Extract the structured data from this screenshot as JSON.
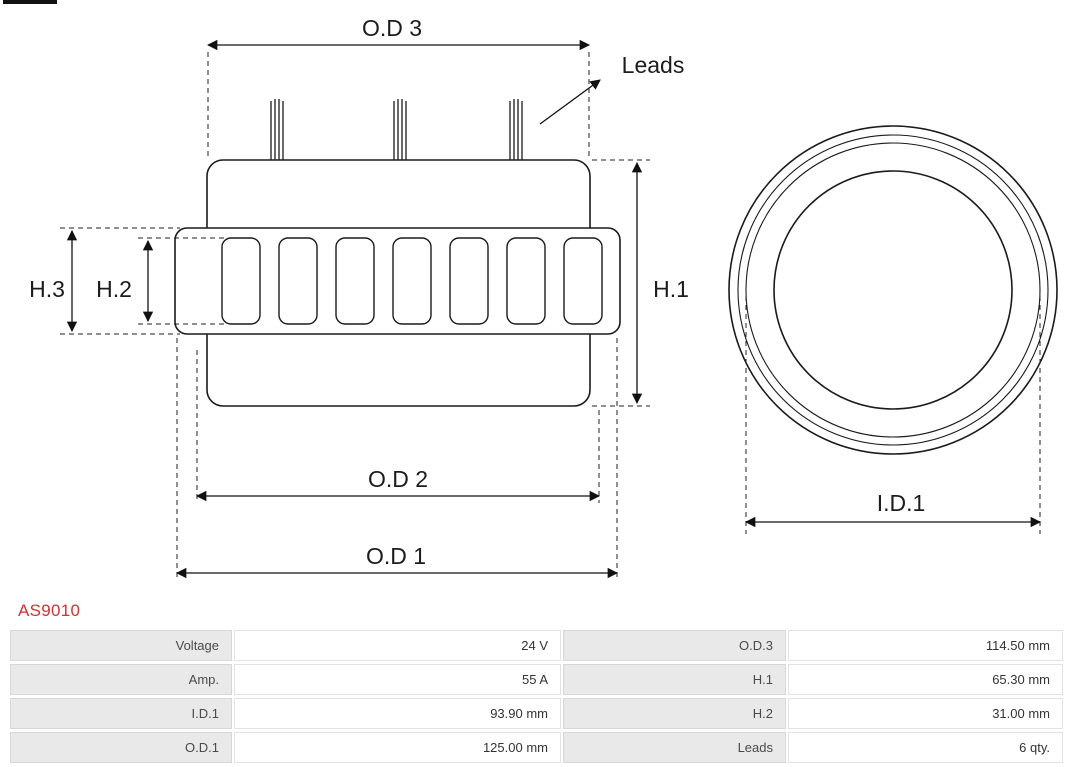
{
  "part_number": "AS9010",
  "colors": {
    "accent": "#cc3333",
    "table_label_bg": "#e9e9e9",
    "line_color": "#1a1a1a"
  },
  "diagram": {
    "labels": {
      "od3": "O.D 3",
      "od2": "O.D 2",
      "od1": "O.D 1",
      "h1": "H.1",
      "h2": "H.2",
      "h3": "H.3",
      "leads": "Leads",
      "id1": "I.D.1"
    }
  },
  "table": {
    "rows": [
      {
        "label_left": "Voltage",
        "value_left": "24 V",
        "label_right": "O.D.3",
        "value_right": "114.50 mm"
      },
      {
        "label_left": "Amp.",
        "value_left": "55 A",
        "label_right": "H.1",
        "value_right": "65.30 mm"
      },
      {
        "label_left": "I.D.1",
        "value_left": "93.90 mm",
        "label_right": "H.2",
        "value_right": "31.00 mm"
      },
      {
        "label_left": "O.D.1",
        "value_left": "125.00 mm",
        "label_right": "Leads",
        "value_right": "6 qty."
      }
    ]
  }
}
